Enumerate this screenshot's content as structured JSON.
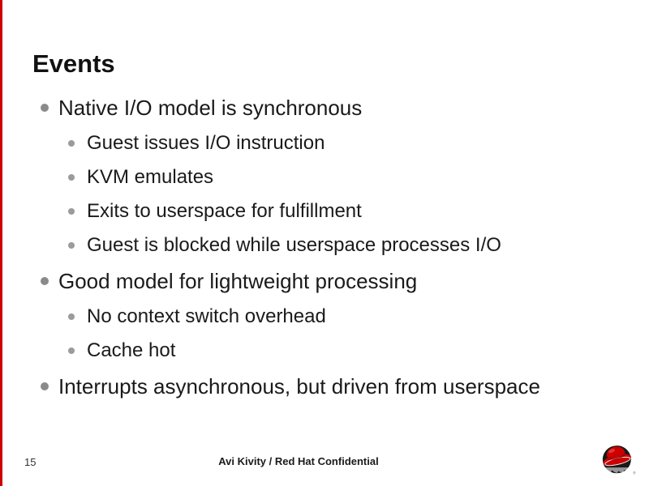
{
  "slide": {
    "title": "Events",
    "bullets": [
      {
        "level": 1,
        "text": "Native I/O model is synchronous"
      },
      {
        "level": 2,
        "text": "Guest issues I/O instruction"
      },
      {
        "level": 2,
        "text": "KVM emulates"
      },
      {
        "level": 2,
        "text": "Exits to userspace for fulfillment"
      },
      {
        "level": 2,
        "text": "Guest is blocked while userspace processes I/O"
      },
      {
        "level": 1,
        "text": "Good model for lightweight processing"
      },
      {
        "level": 2,
        "text": "No context switch overhead"
      },
      {
        "level": 2,
        "text": "Cache hot"
      },
      {
        "level": 1,
        "text": "Interrupts asynchronous, but driven from userspace"
      }
    ],
    "footer": {
      "page_number": "15",
      "confidential_text": "Avi Kivity / Red Hat Confidential"
    },
    "logo_name": "redhat-shadowman-logo",
    "colors": {
      "accent_red": "#CC0000",
      "logo_red": "#CC0000",
      "logo_dark": "#1A1A1A",
      "text": "#1A1A1A",
      "bullet_gray": "#8A8A8A",
      "background": "#FFFFFF"
    }
  }
}
